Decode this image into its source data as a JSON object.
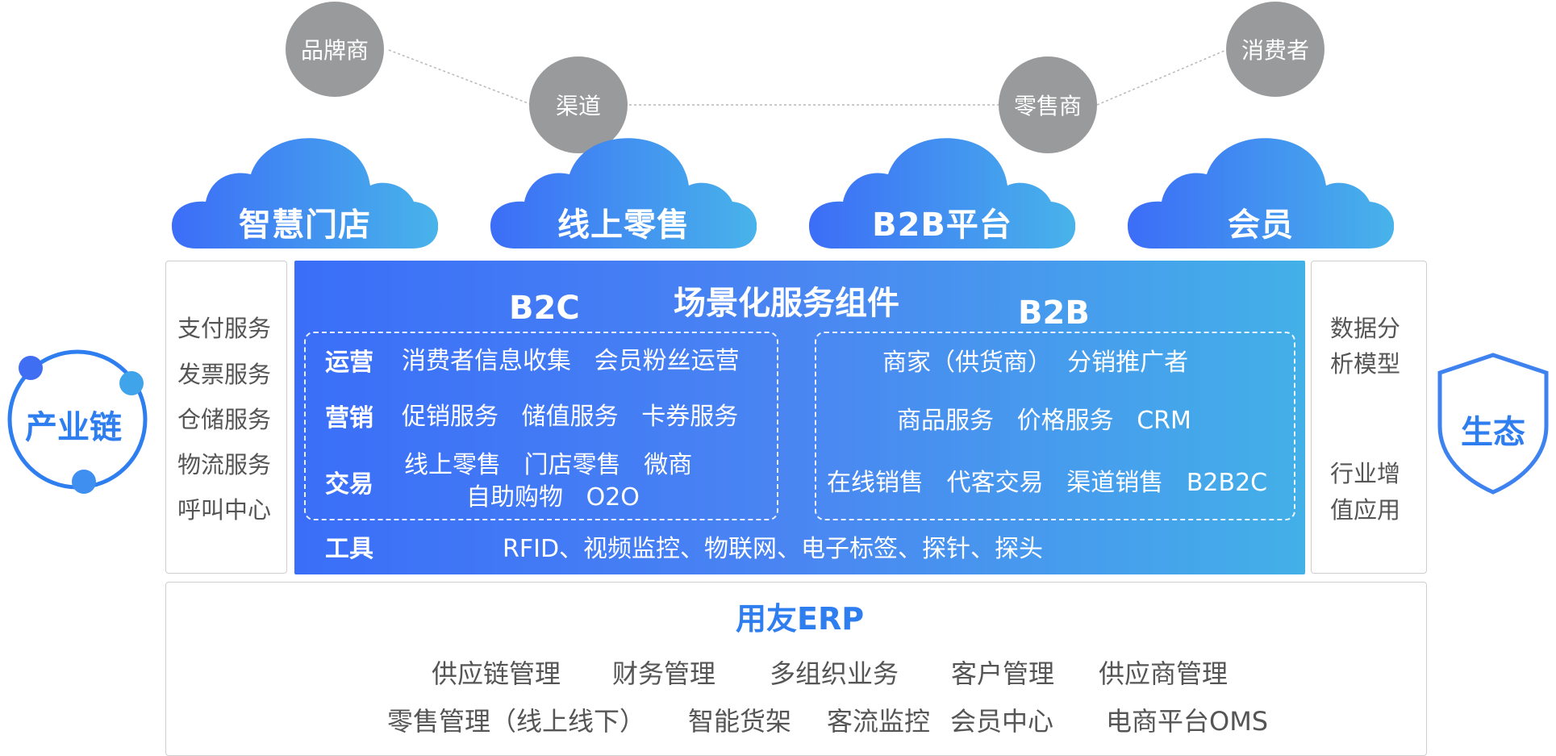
{
  "roles": [
    "品牌商",
    "渠道",
    "零售商",
    "消费者"
  ],
  "clouds": [
    "智慧门店",
    "线上零售",
    "B2B平台",
    "会员"
  ],
  "left_services": [
    "支付服务",
    "发票服务",
    "仓储服务",
    "物流服务",
    "呼叫中心"
  ],
  "right_services": {
    "data_line1": "数据分",
    "data_line2": "析模型",
    "industry_line1": "行业增",
    "industry_line2": "值应用"
  },
  "center": {
    "title": "场景化服务组件",
    "b2c": {
      "heading": "B2C",
      "ops_label": "运营",
      "ops_items": "消费者信息收集   会员粉丝运营",
      "mkt_label": "营销",
      "mkt_items": "促销服务   储值服务   卡券服务",
      "trade_label": "交易",
      "trade_line1": "线上零售   门店零售   微商",
      "trade_line2": "自助购物   O2O"
    },
    "b2b": {
      "heading": "B2B",
      "line1": "商家（供货商）  分销推广者",
      "line2": "商品服务   价格服务   CRM",
      "line3": "在线销售   代客交易   渠道销售   B2B2C"
    },
    "tools_label": "工具",
    "tools_items": "RFID、视频监控、物联网、电子标签、探针、探头"
  },
  "left_badge": "产业链",
  "right_badge": "生态",
  "erp": {
    "title": "用友ERP",
    "row1": [
      "供应链管理",
      "财务管理",
      "多组织业务",
      "客户管理",
      "供应商管理"
    ],
    "row2": [
      "零售管理（线上线下）",
      "智能货架",
      "客流监控",
      "会员中心",
      "电商平台OMS"
    ]
  },
  "colors": {
    "accent": "#2f7ef0",
    "gray_circle": "#999a9b",
    "gradient_start": "#3a6ef8",
    "gradient_end": "#43b0e8"
  }
}
